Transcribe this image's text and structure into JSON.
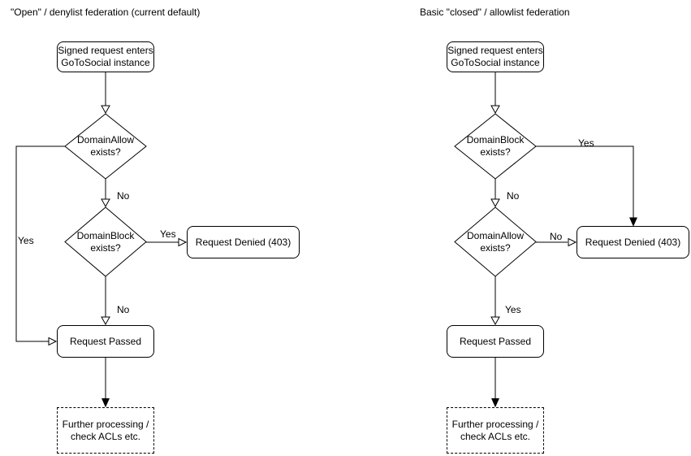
{
  "colors": {
    "stroke": "#000000",
    "background": "#ffffff",
    "text": "#000000"
  },
  "left_chart": {
    "title": "\"Open\" / denylist federation (current default)",
    "nodes": {
      "start": "Signed request enters\nGoToSocial instance",
      "decision1": "DomainAllow\nexists?",
      "decision2": "DomainBlock\nexists?",
      "denied": "Request Denied (403)",
      "passed": "Request Passed",
      "further": "Further processing /\ncheck ACLs etc."
    },
    "labels": {
      "decision1_no": "No",
      "decision1_yes": "Yes",
      "decision2_yes": "Yes",
      "decision2_no": "No"
    }
  },
  "right_chart": {
    "title": "Basic \"closed\" / allowlist federation",
    "nodes": {
      "start": "Signed request enters\nGoToSocial instance",
      "decision1": "DomainBlock\nexists?",
      "decision2": "DomainAllow\nexists?",
      "denied": "Request Denied (403)",
      "passed": "Request Passed",
      "further": "Further processing /\ncheck ACLs etc."
    },
    "labels": {
      "decision1_yes": "Yes",
      "decision1_no": "No",
      "decision2_no": "No",
      "decision2_yes": "Yes"
    }
  }
}
